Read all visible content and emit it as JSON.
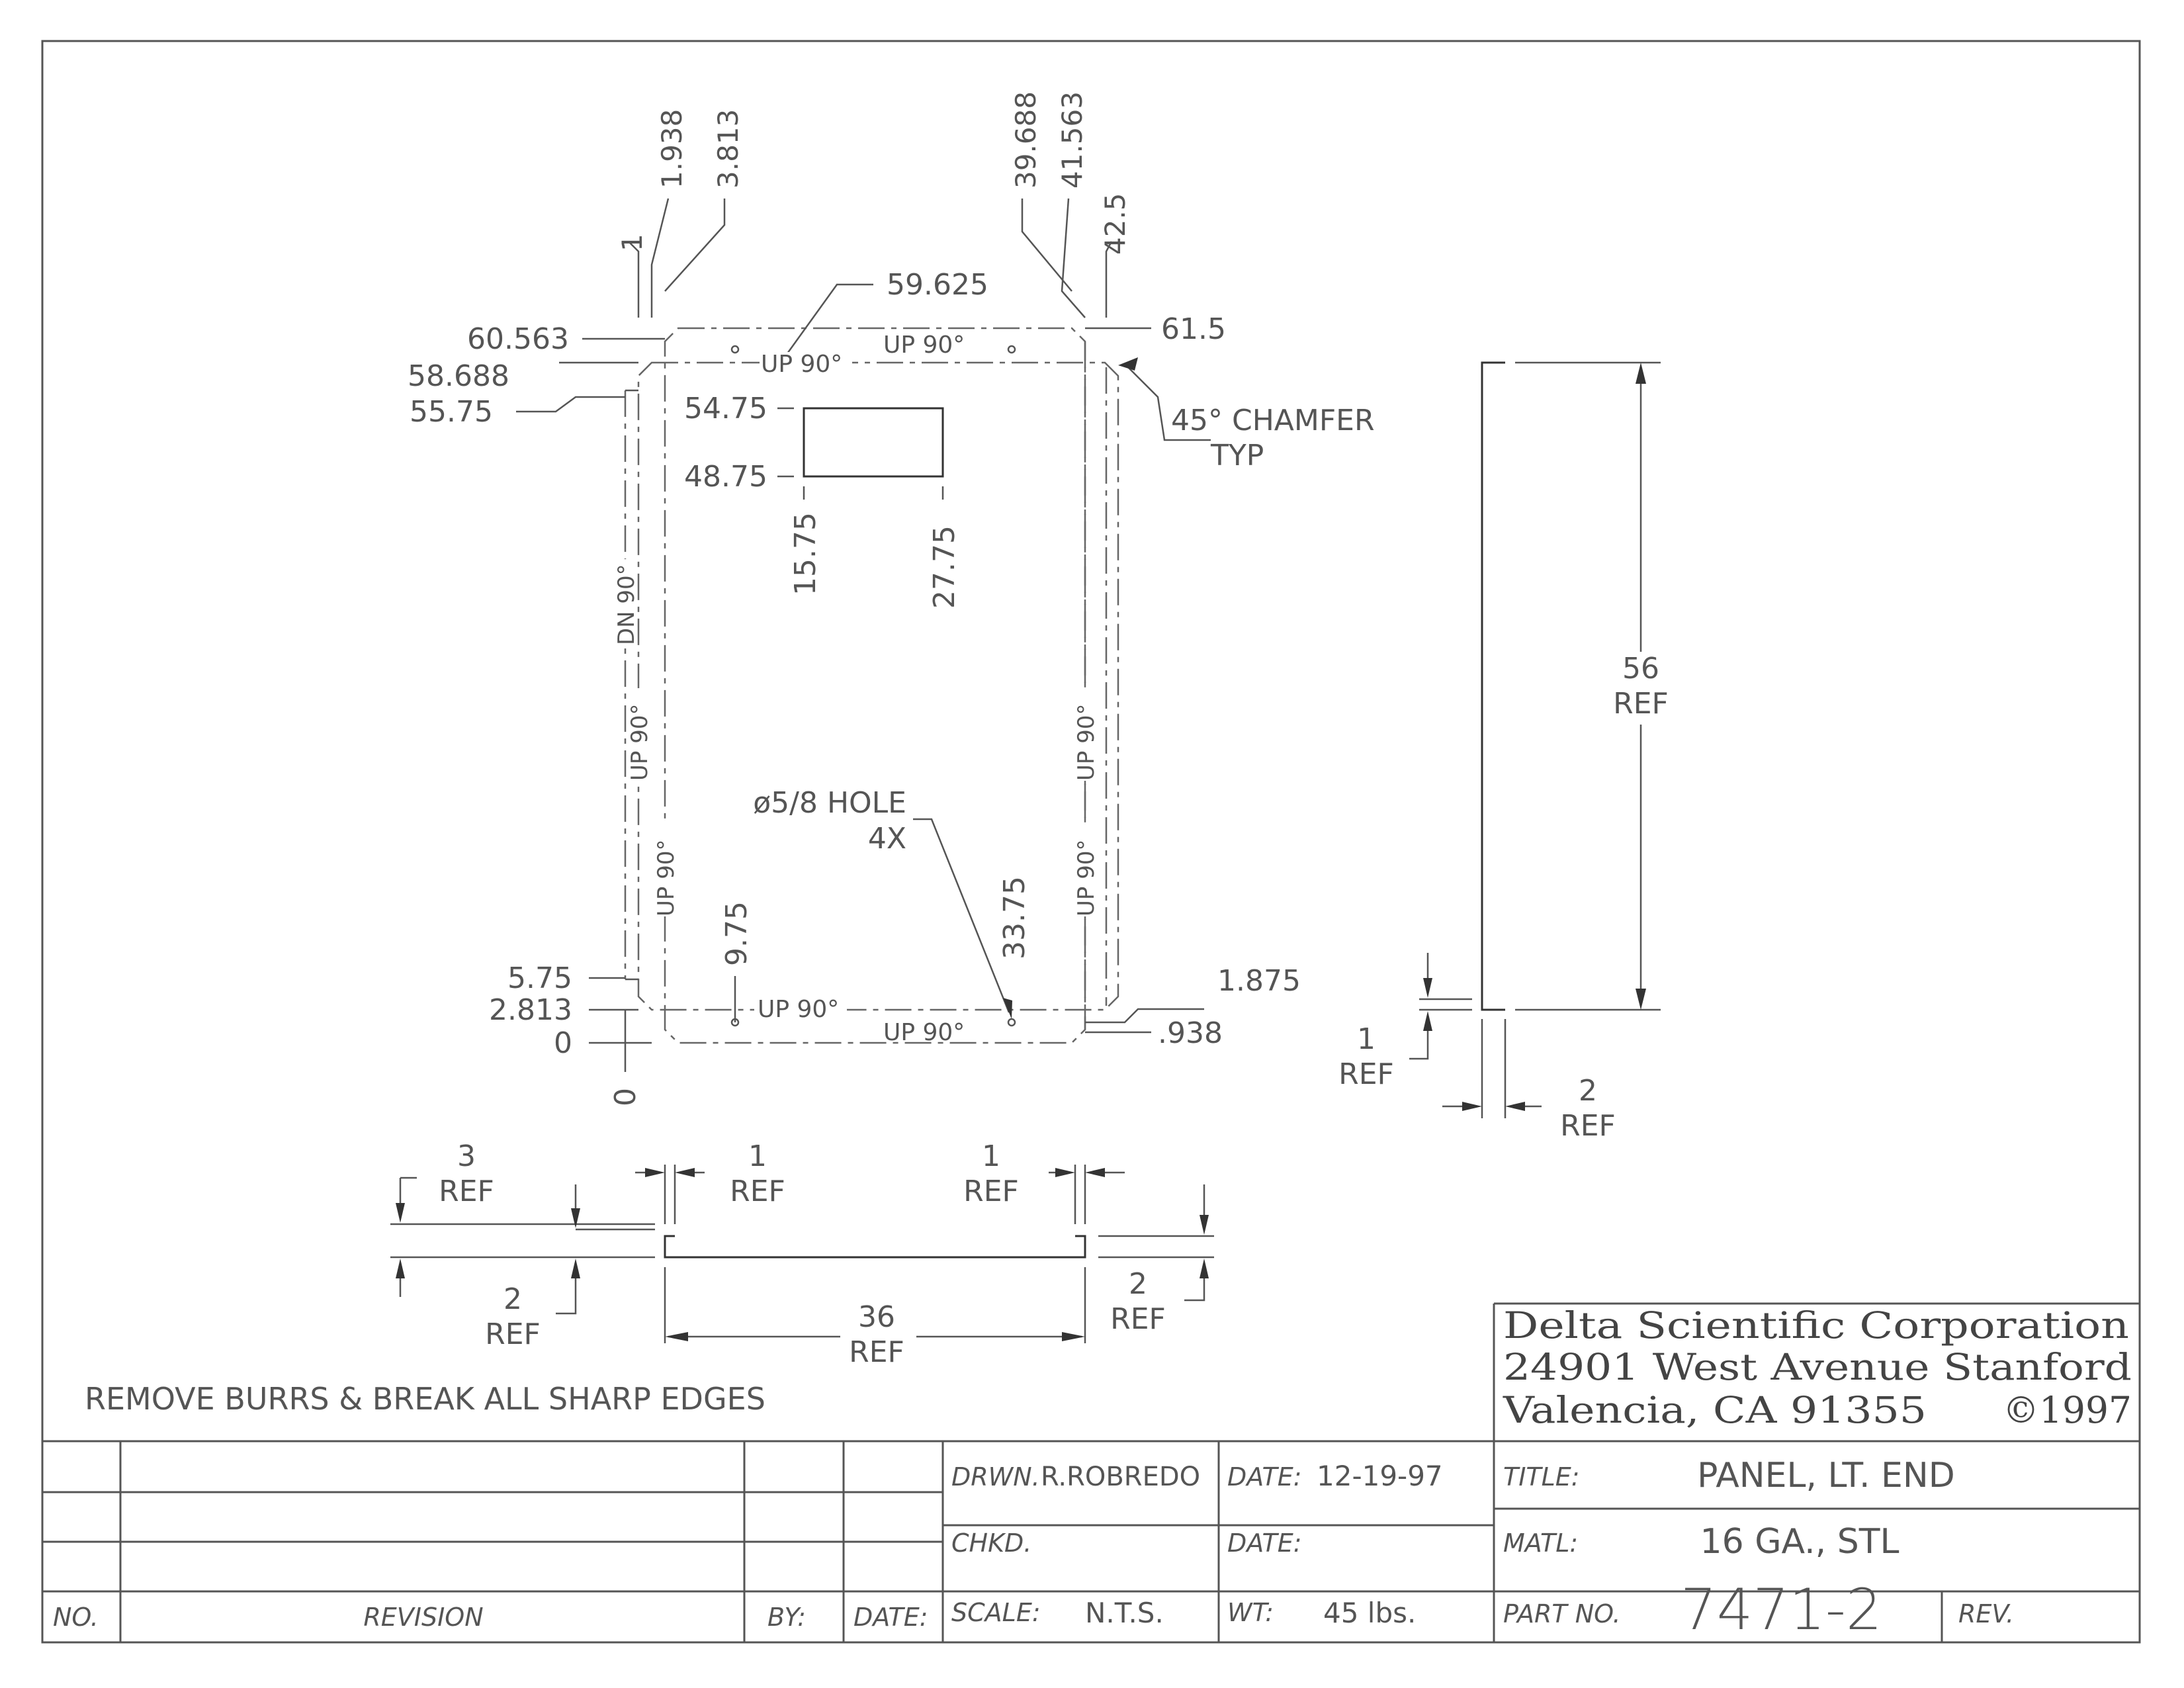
{
  "plan_view": {
    "vertical_dims": [
      "1",
      "1.938",
      "3.813",
      "39.688",
      "41.563",
      "42.5"
    ],
    "left_dims": [
      "60.563",
      "58.688",
      "55.75",
      "5.75",
      "2.813",
      "0"
    ],
    "right_dims": [
      "61.5",
      ".938",
      "1.875"
    ],
    "origin_x": "0",
    "cutout_dims": [
      "54.75",
      "48.75",
      "15.75",
      "27.75"
    ],
    "hole_dims": [
      "9.75",
      "33.75"
    ],
    "callout_top": "59.625",
    "chamfer_note": [
      "45° CHAMFER",
      "TYP"
    ],
    "hole_note": [
      "ø5/8 HOLE",
      "4X"
    ],
    "bend_top_outer": "UP 90°",
    "bend_top_inner": "UP 90°",
    "bend_bottom_inner": "UP 90°",
    "bend_bottom_outer": "UP 90°",
    "bend_left_outer": "DN 90°",
    "bend_left_outer_2": "UP 90°",
    "bend_left_inner": "UP 90°",
    "bend_right_inner": "UP 90°",
    "bend_right_outer": "UP 90°"
  },
  "side_view": {
    "length": [
      "56",
      "REF"
    ],
    "flange": [
      "1",
      "REF"
    ],
    "width": [
      "2",
      "REF"
    ]
  },
  "bottom_view": {
    "left_flange_height": [
      "3",
      "REF"
    ],
    "left_lip": [
      "1",
      "REF"
    ],
    "right_lip": [
      "1",
      "REF"
    ],
    "left_depth": [
      "2",
      "REF"
    ],
    "right_depth": [
      "2",
      "REF"
    ],
    "width": [
      "36",
      "REF"
    ]
  },
  "note": "REMOVE BURRS & BREAK ALL SHARP EDGES",
  "company": {
    "line1": "Delta Scientific Corporation",
    "line2": "24901 West Avenue Stanford",
    "line3": "Valencia, CA 91355",
    "copyright": "©1997"
  },
  "title_block": {
    "drawn_label": "DRWN.",
    "drawn_value": "R.ROBREDO",
    "date_label": "DATE:",
    "date_value": "12-19-97",
    "title_label": "TITLE:",
    "title_value": "PANEL, LT. END",
    "checked_label": "CHKD.",
    "date2_label": "DATE:",
    "matl_label": "MATL:",
    "matl_value": "16 GA., STL",
    "scale_label": "SCALE:",
    "scale_value": "N.T.S.",
    "wt_label": "WT:",
    "wt_value": "45 lbs.",
    "part_label": "PART NO.",
    "part_value": "7471-2",
    "rev_label": "REV."
  },
  "revision_block": {
    "no_label": "NO.",
    "revision_label": "REVISION",
    "by_label": "BY:",
    "date_label": "DATE:"
  }
}
